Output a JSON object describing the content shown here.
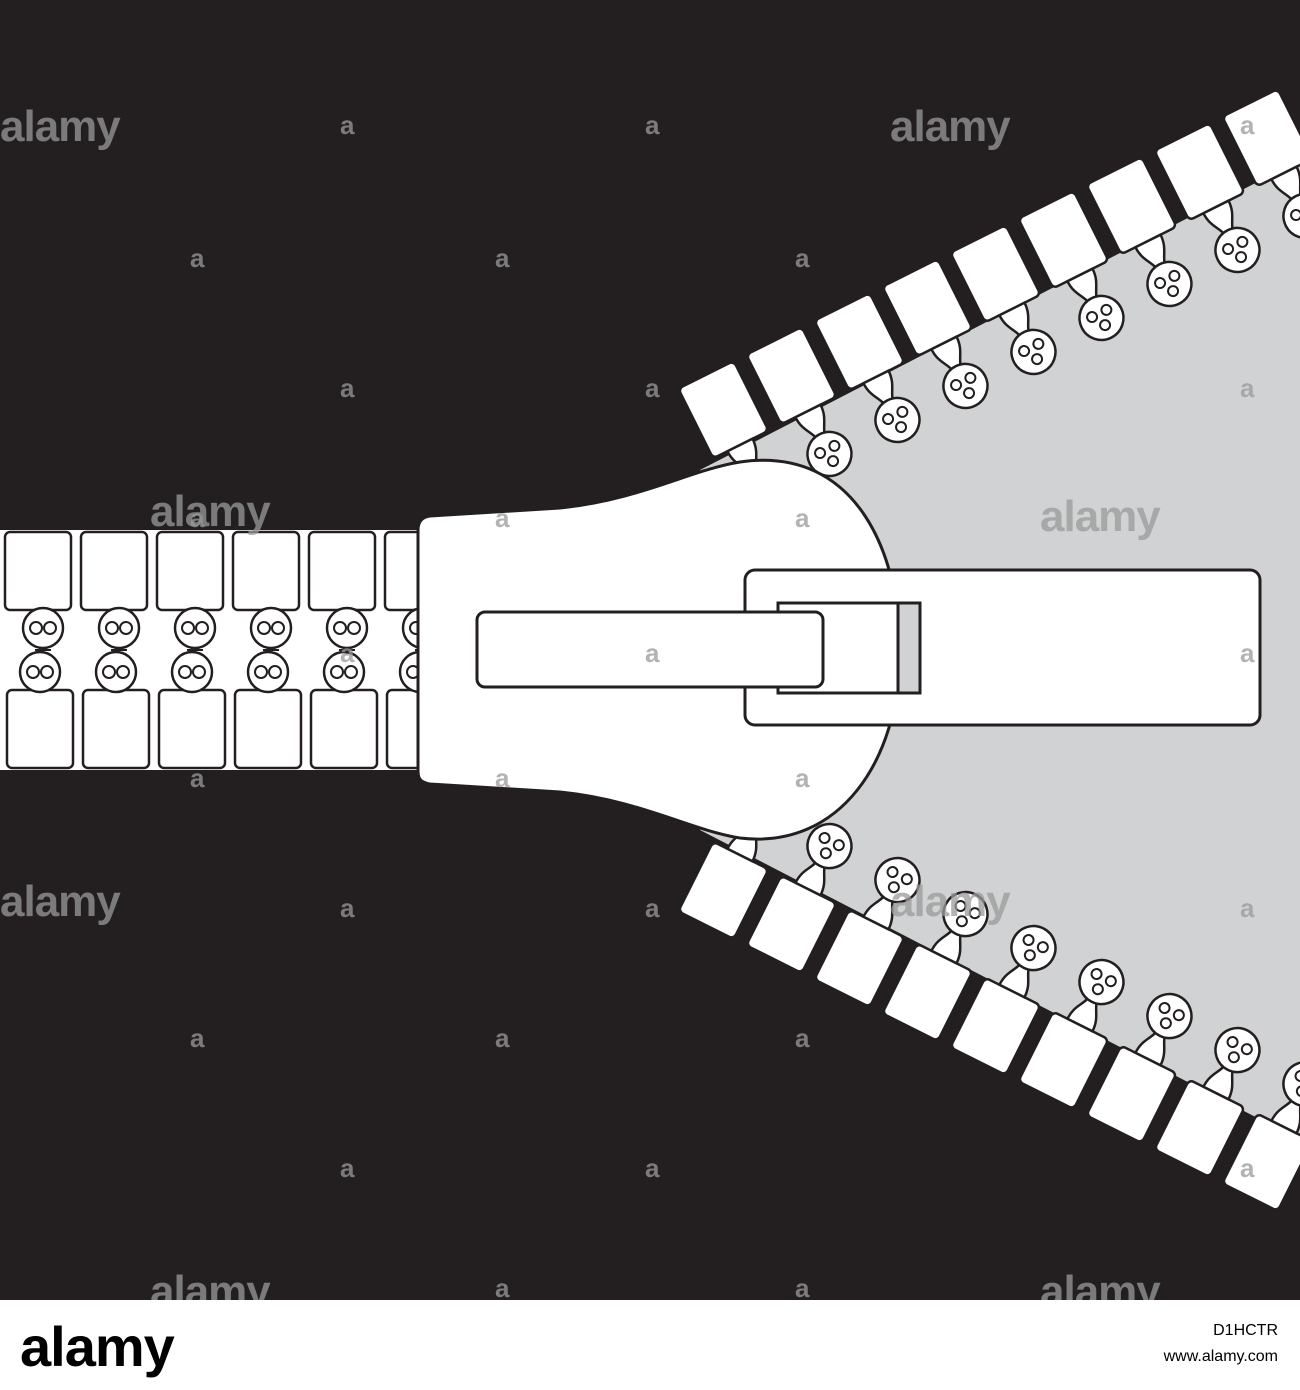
{
  "image": {
    "subject": "zipper",
    "colors": {
      "background": "#231f20",
      "zipper": "#ffffff",
      "inner_tape": "#d1d2d3",
      "outline": "#231f20",
      "watermark": "#9a9a9a"
    }
  },
  "watermark": {
    "word": "alamy",
    "mark": "a"
  },
  "footer": {
    "logo": "alamy",
    "image_id": "D1HCTR",
    "site": "www.alamy.com"
  }
}
